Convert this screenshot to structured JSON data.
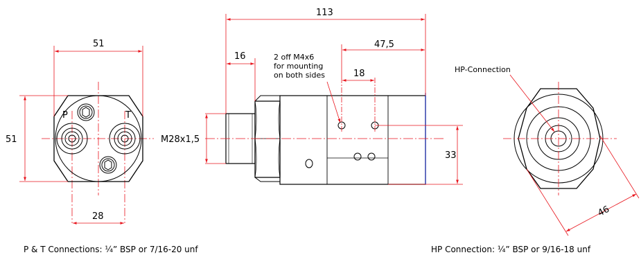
{
  "views": {
    "front": {
      "width_top": "51",
      "height_left": "51",
      "spacing_bottom": "28",
      "port_p": "P",
      "port_t": "T"
    },
    "side": {
      "overall_length": "113",
      "flange_length": "16",
      "mount_span": "47,5",
      "hole_pitch": "18",
      "thread": "M28x1,5",
      "height": "33",
      "mount_note": [
        "2 off M4x6",
        "for mounting",
        "on both sides"
      ]
    },
    "hp": {
      "label": "HP-Connection",
      "hex_af": "46"
    }
  },
  "captions": {
    "pt": "P & T Connections: ¼” BSP or 7/16-20 unf",
    "hp": "HP Connection: ¼” BSP or 9/16-18 unf"
  },
  "colors": {
    "dimension": "#e8141c",
    "outline": "#000000",
    "edge_accent": "#1e2fb8"
  }
}
